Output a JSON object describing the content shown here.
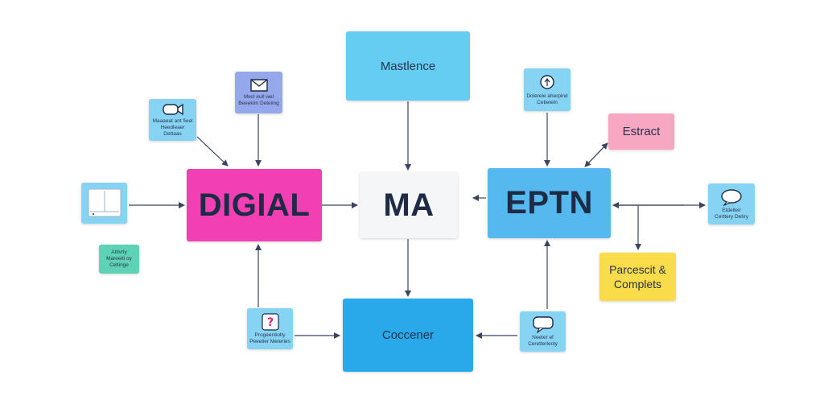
{
  "nodes": {
    "digial": {
      "label": "DIGIAL",
      "color": "#f23fb4"
    },
    "ma": {
      "label": "MA",
      "color": "#f4f6f8"
    },
    "eptn": {
      "label": "EPTN",
      "color": "#55b9ef"
    },
    "mastlence": {
      "label": "Mastlence",
      "color": "#66cdf2"
    },
    "coccener": {
      "label": "Coccener",
      "color": "#2aa9ea"
    },
    "estract": {
      "label": "Estract",
      "color": "#f7a7c2"
    },
    "parcescit": {
      "label_line1": "Parcescit &",
      "label_line2": "Complets",
      "color": "#fadb4a"
    },
    "mail_node": {
      "label_line1": "Mecl eull wel",
      "label_line2": "Beeekiin Deteiing",
      "icon": "paper-plane-icon",
      "color": "#95a8ec"
    },
    "video_node": {
      "label_line1": "Maaaeat ant fieel",
      "label_line2": "Heedleaer Dettaas",
      "icon": "video-camera-icon",
      "color": "#86d3f4"
    },
    "panel_node": {
      "icon": "panel-layout-icon",
      "color": "#86d3f4"
    },
    "green_node": {
      "label_line1": "Attivrly",
      "label_line2": "Mareeitl oy",
      "label_line3": "Cetlinge",
      "color": "#5dd3b4"
    },
    "bulb_node": {
      "label_line1": "Dolereie aherpind",
      "label_line2": "Cetieteln",
      "icon": "lightbulb-icon",
      "color": "#86d3f4"
    },
    "right_icon_node": {
      "label_line1": "Etdelleir",
      "label_line2": "Certtery Detiry",
      "icon": "chat-bubble-icon",
      "color": "#86d3f4"
    },
    "question_node": {
      "label_line1": "Progeentiolty",
      "label_line2": "Peeelier Meteries",
      "icon": "question-icon",
      "color": "#86d3f4"
    },
    "chat_node": {
      "label_line1": "Neeter ef",
      "label_line2": "Ceretterleoly",
      "icon": "speech-bubble-icon",
      "color": "#86d3f4"
    }
  },
  "colors": {
    "edge": "#3a4660"
  }
}
